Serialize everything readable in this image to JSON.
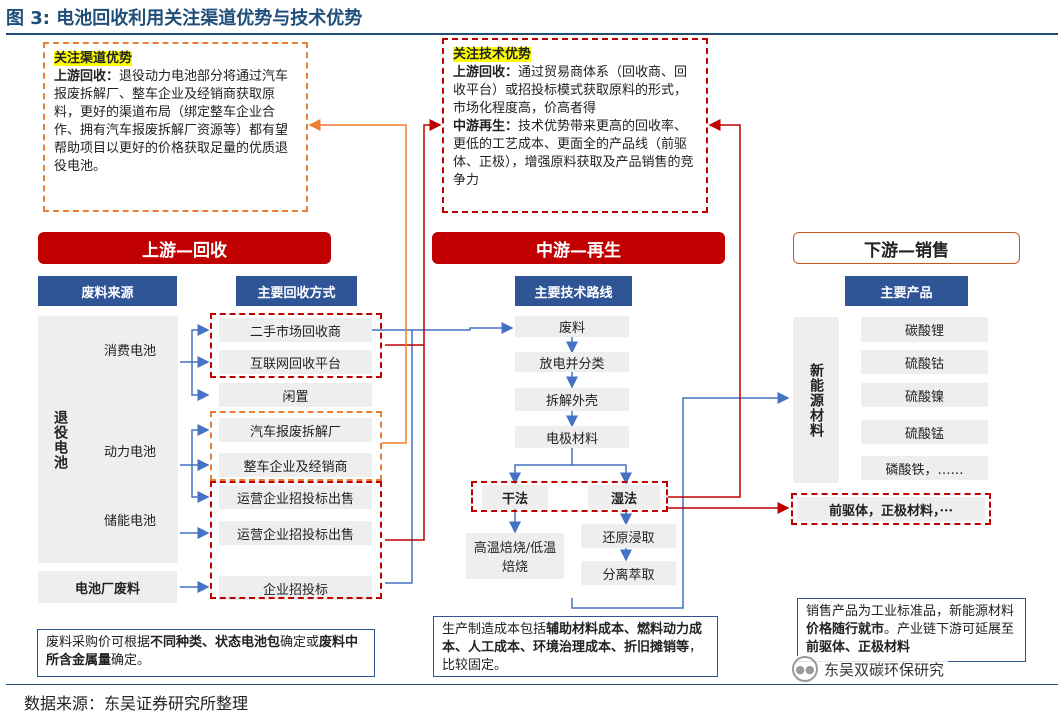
{
  "figure": {
    "title": "图 3:  电池回收利用关注渠道优势与技术优势",
    "source": "数据来源：东吴证券研究所整理",
    "watermark": "东吴双碳环保研究"
  },
  "channel_note": {
    "heading": "关注渠道优势",
    "label": "上游回收：",
    "text": "退役动力电池部分将通过汽车报废拆解厂、整车企业及经销商获取原料，更好的渠道布局（绑定整车企业合作、拥有汽车报废拆解厂资源等）都有望帮助项目以更好的价格获取足量的优质退役电池。"
  },
  "tech_note": {
    "heading": "关注技术优势",
    "label1": "上游回收：",
    "text1": "通过贸易商体系（回收商、回收平台）或招投标模式获取原料的形式，市场化程度高，价高者得",
    "label2": "中游再生：",
    "text2": "技术优势带来更高的回收率、更低的工艺成本、更面全的产品线（前驱体、正极），增强原料获取及产品销售的竞争力"
  },
  "stages": {
    "upstream": "上游—回收",
    "midstream": "中游—再生",
    "downstream": "下游—销售"
  },
  "upstream": {
    "hdr_source": "废料来源",
    "hdr_method": "主要回收方式",
    "retired_label": "退役电池",
    "sources": [
      "消费电池",
      "动力电池",
      "储能电池"
    ],
    "factory_waste": "电池厂废料",
    "methods": [
      "二手市场回收商",
      "互联网回收平台",
      "闲置",
      "汽车报废拆解厂",
      "整车企业及经销商",
      "运营企业招投标出售",
      "运营企业招投标出售",
      "企业招投标"
    ]
  },
  "midstream": {
    "hdr": "主要技术路线",
    "steps": [
      "废料",
      "放电并分类",
      "拆解外壳",
      "电极材料"
    ],
    "dry": "干法",
    "wet": "湿法",
    "dry_step": "高温焙烧/低温焙烧",
    "wet_steps": [
      "还原浸取",
      "分离萃取"
    ]
  },
  "downstream": {
    "hdr": "主要产品",
    "category_label": "新能源材料",
    "products": [
      "碳酸锂",
      "硫酸钴",
      "硫酸镍",
      "硫酸锰",
      "磷酸铁，……"
    ],
    "key_products": "前驱体，正极材料，···"
  },
  "bottom_notes": {
    "waste_price_pre": "废料采购价可根据",
    "waste_price_b1": "不同种类、状态电池包",
    "waste_price_mid": "确定或",
    "waste_price_b2": "废料中所含金属量",
    "waste_price_post": "确定。",
    "cost_pre": "生产制造成本包括",
    "cost_b": "辅助材料成本、燃料动力成本、人工成本、环境治理成本、折旧摊销等",
    "cost_post": "，比较固定。",
    "sale_pre": "销售产品为工业标准品，新能源材料",
    "sale_b1": "价格随行就市",
    "sale_mid": "。产业链下游可延展至",
    "sale_b2": "前驱体、正极材料"
  }
}
